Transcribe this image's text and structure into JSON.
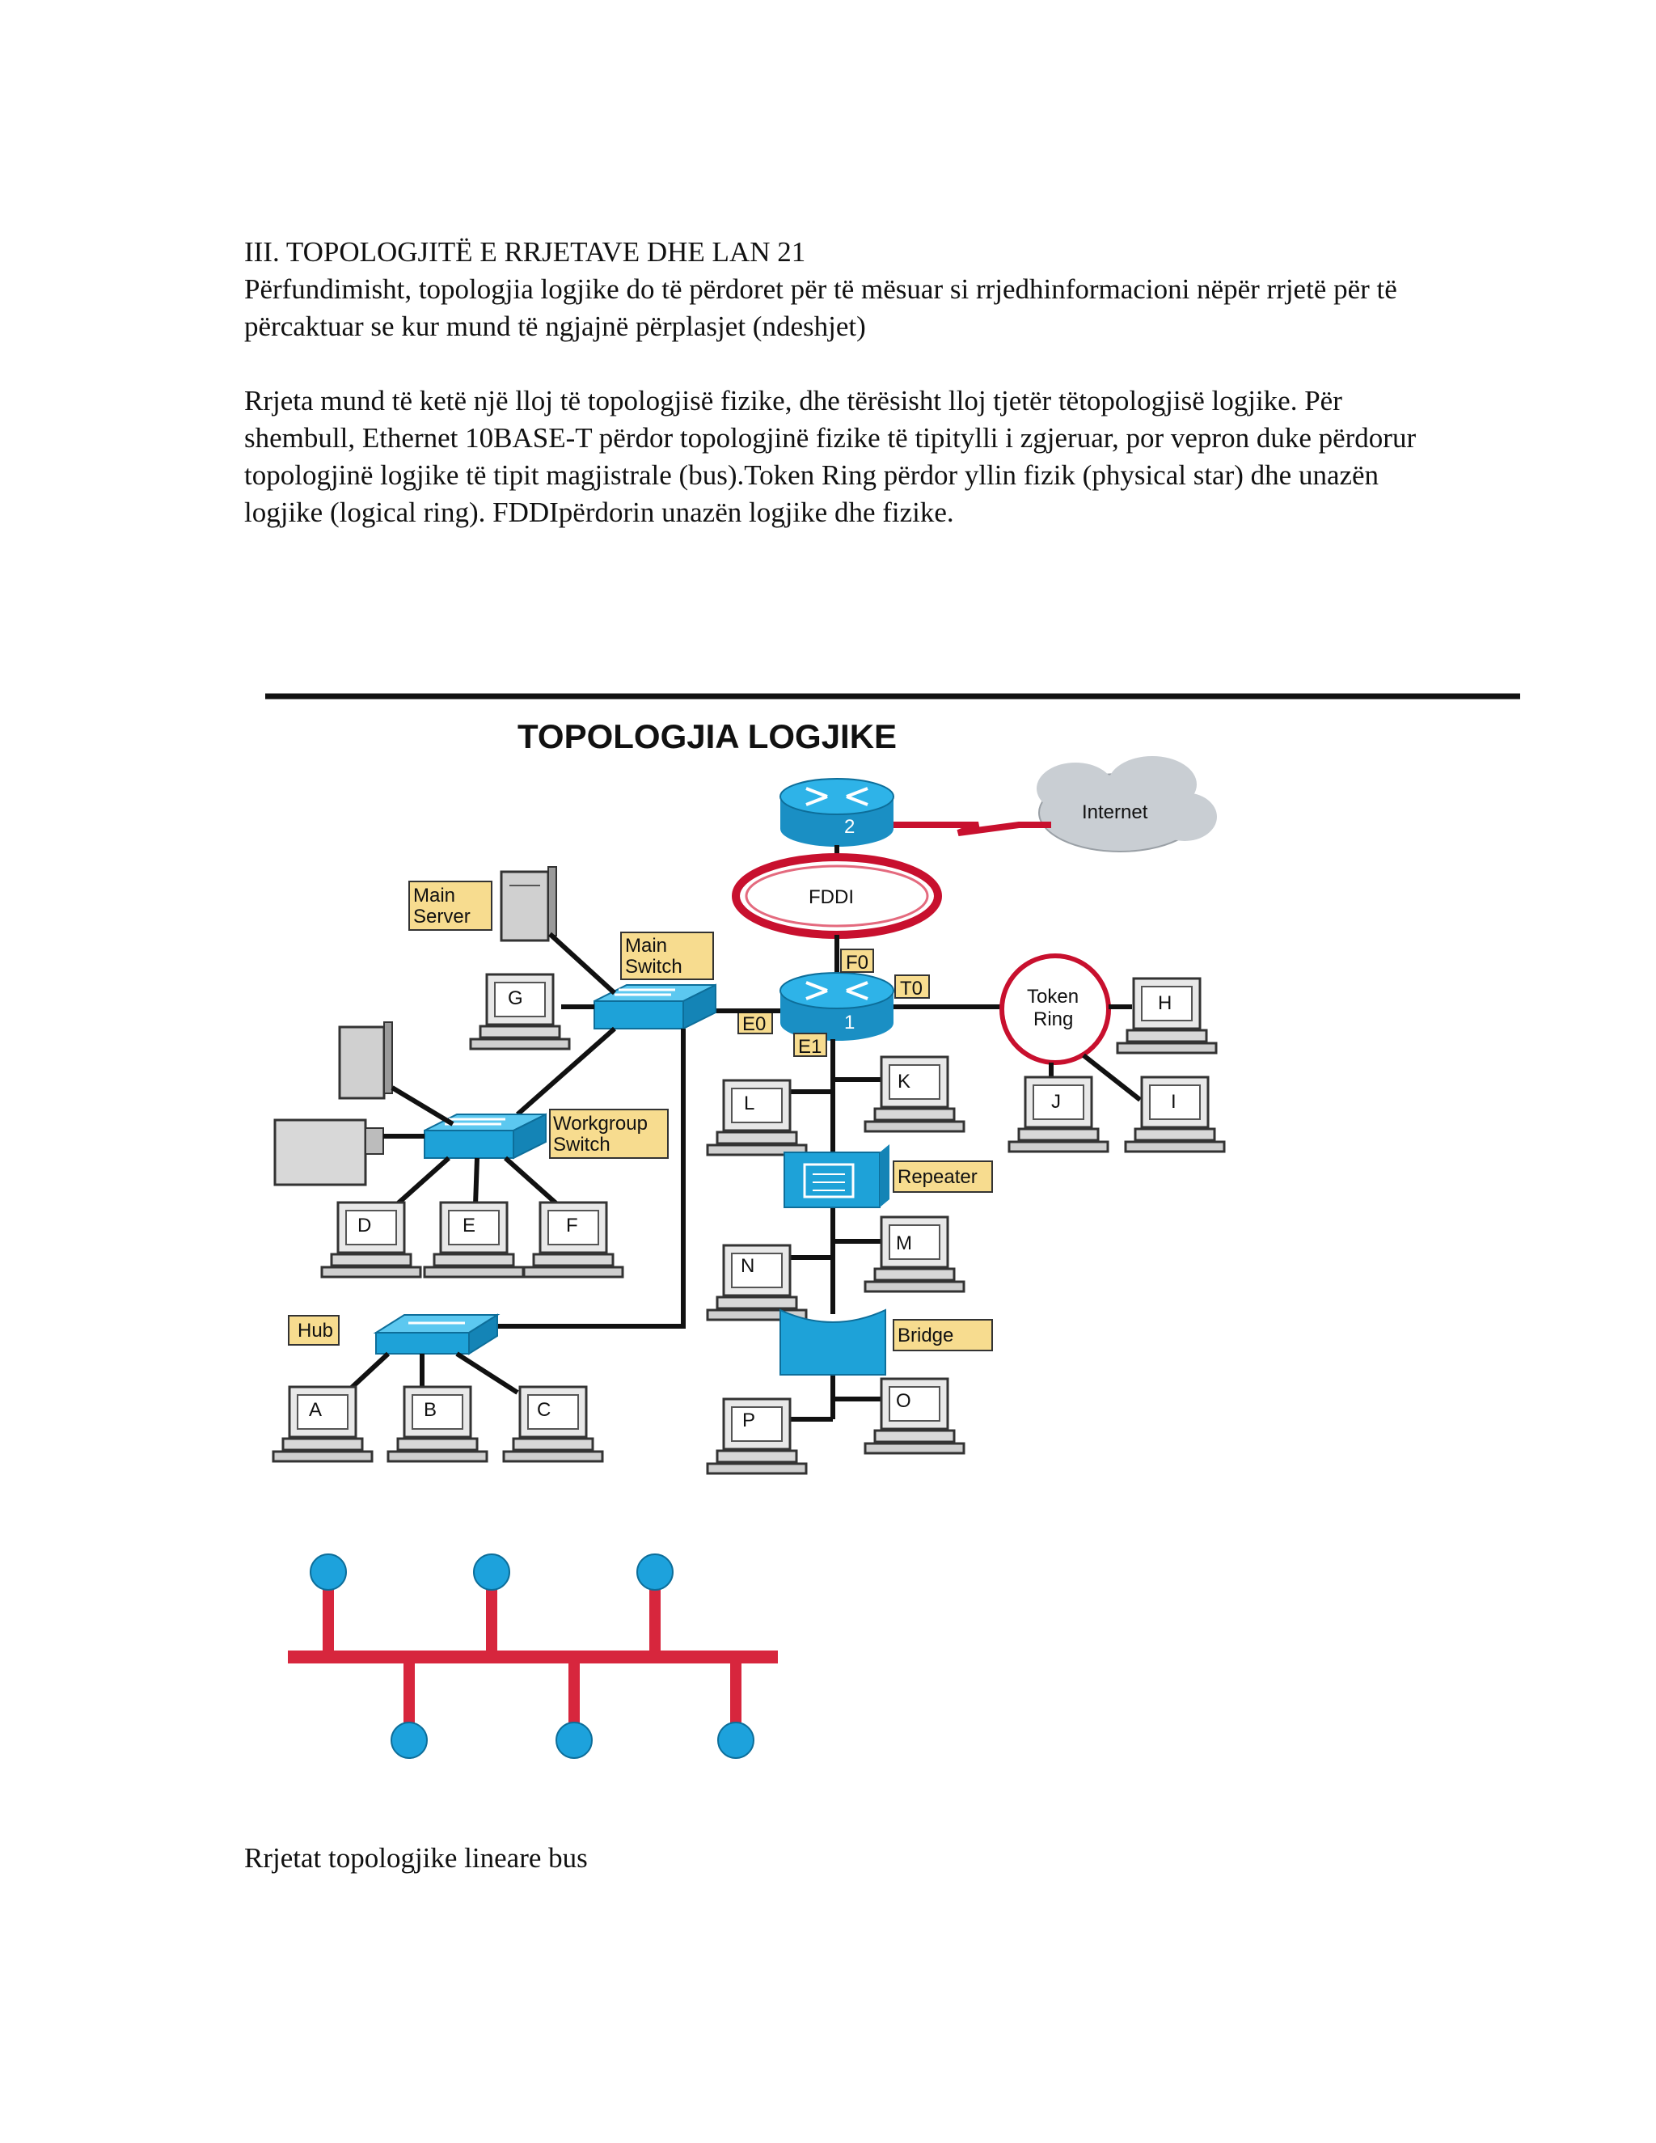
{
  "document": {
    "heading": "III. TOPOLOGJITË E RRJETAVE DHE LAN 21",
    "paragraph1": "Përfundimisht, topologjia logjike do të përdoret për të mësuar si rrjedhinformacioni nëpër rrjetë për të përcaktuar se kur mund të ngjajnë përplasjet (ndeshjet)",
    "paragraph2": " Rrjeta mund të ketë një lloj të topologjisë fizike, dhe tërësisht lloj tjetër tëtopologjisë logjike. Për shembull, Ethernet 10BASE-T përdor topologjinë fizike të tipitylli i zgjeruar, por vepron duke përdorur topologjinë logjike të tipit magjistrale (bus).Token Ring përdor yllin fizik (physical star) dhe unazën logjike (logical ring). FDDIpërdorin unazën logjike dhe fizike.",
    "bus_caption": "Rrjetat topologjike lineare bus"
  },
  "diagram": {
    "title": "TOPOLOGJIA LOGJIKE",
    "internet": "Internet",
    "fddi": "FDDI",
    "router2": "2",
    "router1": "1",
    "port_f0": "F0",
    "port_t0": "T0",
    "port_e0": "E0",
    "port_e1": "E1",
    "token_ring": [
      "Token",
      "Ring"
    ],
    "main_server": [
      "Main",
      "Server"
    ],
    "main_switch": [
      "Main",
      "Switch"
    ],
    "workgroup_switch": [
      "Workgroup",
      "Switch"
    ],
    "hub": "Hub",
    "repeater": "Repeater",
    "bridge": "Bridge",
    "pcs": {
      "g": "G",
      "h": "H",
      "i": "I",
      "j": "J",
      "k": "K",
      "l": "L",
      "d": "D",
      "e": "E",
      "f": "F",
      "m": "M",
      "n": "N",
      "a": "A",
      "b": "B",
      "c": "C",
      "o": "O",
      "p": "P"
    },
    "colors": {
      "device_blue": "#1ea2d8",
      "label_yellow": "#f7dc8f",
      "fddi_red": "#c8102e",
      "bus_red": "#d7263d",
      "node_blue": "#1da2dc",
      "cloud_gray": "#c9ced3"
    }
  }
}
